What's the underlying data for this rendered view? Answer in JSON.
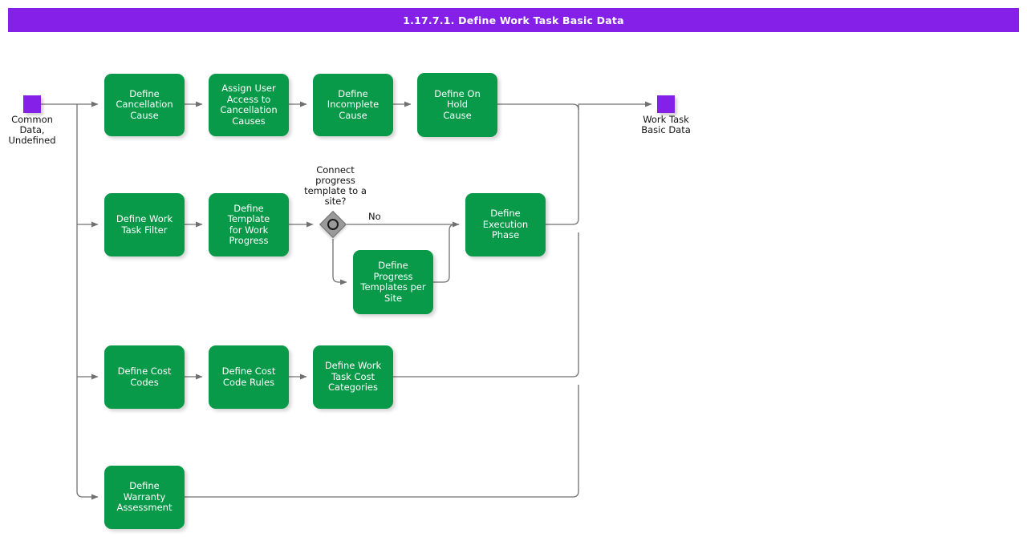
{
  "title_bar": {
    "text": "1.17.7.1. Define Work Task Basic Data"
  },
  "colors": {
    "title_bar_bg": "#8420e8",
    "task_fill": "#089949",
    "task_text": "#ffffff",
    "terminator_fill": "#8420e8",
    "gateway_fill": "#9a9a9a",
    "connector_stroke": "#707070",
    "page_bg": "#ffffff"
  },
  "nodes": {
    "start": {
      "type": "terminator",
      "label": "Common\nData,\nUndefined"
    },
    "end": {
      "type": "terminator",
      "label": "Work Task\nBasic Data"
    },
    "gateway": {
      "type": "event-based-gateway",
      "question": "Connect\nprogress\ntemplate to a\nsite?"
    }
  },
  "edge_labels": {
    "gateway_no": "No"
  },
  "rows": [
    {
      "name": "cancellation-row",
      "tasks": [
        {
          "id": "define-cancellation-cause",
          "label": "Define\nCancellation\nCause"
        },
        {
          "id": "assign-user-access-to-cancellation-causes",
          "label": "Assign User\nAccess to\nCancellation\nCauses"
        },
        {
          "id": "define-incomplete-cause",
          "label": "Define\nIncomplete\nCause"
        },
        {
          "id": "define-on-hold-cause",
          "label": "Define On Hold\nCause"
        }
      ]
    },
    {
      "name": "progress-row",
      "tasks": [
        {
          "id": "define-work-task-filter",
          "label": "Define Work\nTask Filter"
        },
        {
          "id": "define-template-for-work-progress",
          "label": "Define Template\nfor Work\nProgress"
        },
        {
          "id": "define-progress-templates-per-site",
          "label": "Define Progress\nTemplates per\nSite"
        },
        {
          "id": "define-execution-phase",
          "label": "Define\nExecution\nPhase"
        }
      ]
    },
    {
      "name": "cost-row",
      "tasks": [
        {
          "id": "define-cost-codes",
          "label": "Define Cost\nCodes"
        },
        {
          "id": "define-cost-code-rules",
          "label": "Define Cost\nCode Rules"
        },
        {
          "id": "define-work-task-cost-categories",
          "label": "Define Work\nTask Cost\nCategories"
        }
      ]
    },
    {
      "name": "warranty-row",
      "tasks": [
        {
          "id": "define-warranty-assessment",
          "label": "Define Warranty\nAssessment"
        }
      ]
    }
  ]
}
